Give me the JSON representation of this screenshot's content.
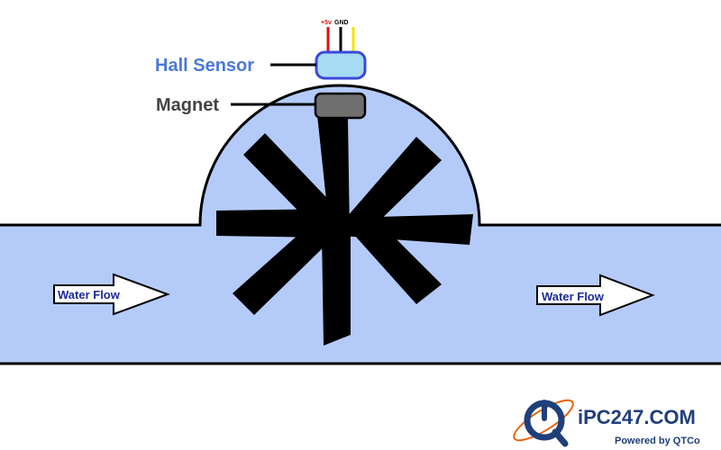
{
  "labels": {
    "hall_sensor": "Hall Sensor",
    "magnet": "Magnet",
    "water_flow_left": "Water Flow",
    "water_flow_right": "Water Flow"
  },
  "wires": {
    "vcc": "+5v",
    "gnd": "GND"
  },
  "logo": {
    "name": "iPC247.COM",
    "tagline": "Powered by QTCo"
  },
  "colors": {
    "water": "#b4cbfa",
    "outline": "#000000",
    "sensor_fill": "#a7dbf2",
    "sensor_border": "#3a49d8",
    "sensor_label": "#4a78dd",
    "magnet_fill": "#6f6f6f",
    "magnet_label": "#444444",
    "wire_red": "#e01010",
    "wire_black": "#000000",
    "wire_yellow": "#f2e600",
    "logo_text": "#1f3f7a",
    "logo_accent": "#e8620c"
  }
}
